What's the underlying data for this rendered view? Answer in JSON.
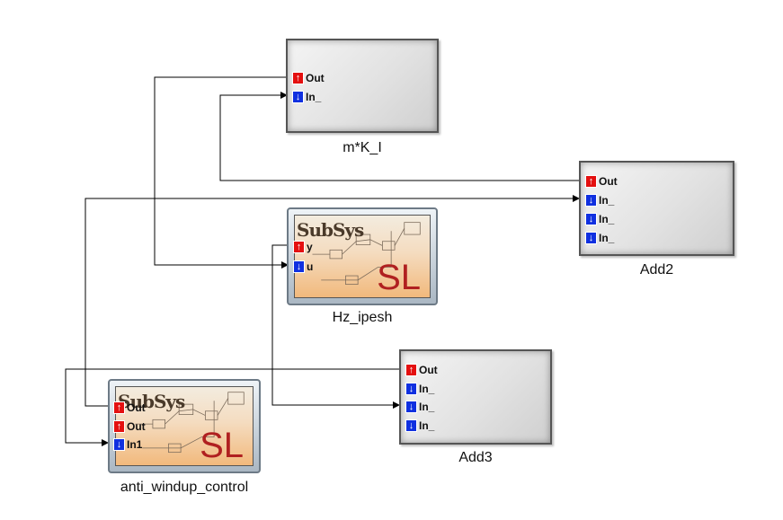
{
  "blocks": {
    "mk": {
      "label": "m*K_I",
      "ports": [
        {
          "dir": "out",
          "label": "Out"
        },
        {
          "dir": "in",
          "label": "In_"
        }
      ]
    },
    "add2": {
      "label": "Add2",
      "ports": [
        {
          "dir": "out",
          "label": "Out"
        },
        {
          "dir": "in",
          "label": "In_"
        },
        {
          "dir": "in",
          "label": "In_"
        },
        {
          "dir": "in",
          "label": "In_"
        }
      ]
    },
    "hz": {
      "label": "Hz_ipesh",
      "icon_title": "SubSys",
      "icon_mark": "SL",
      "ports": [
        {
          "dir": "out",
          "label": "y"
        },
        {
          "dir": "in",
          "label": "u"
        }
      ]
    },
    "add3": {
      "label": "Add3",
      "ports": [
        {
          "dir": "out",
          "label": "Out"
        },
        {
          "dir": "in",
          "label": "In_"
        },
        {
          "dir": "in",
          "label": "In_"
        },
        {
          "dir": "in",
          "label": "In_"
        }
      ]
    },
    "aw": {
      "label": "anti_windup_control",
      "icon_title": "SubSys",
      "icon_mark": "SL",
      "ports": [
        {
          "dir": "out",
          "label": "Out"
        },
        {
          "dir": "out",
          "label": "Out"
        },
        {
          "dir": "in",
          "label": "In1"
        }
      ]
    }
  },
  "colors": {
    "out_port": "#e41010",
    "in_port": "#1030e0",
    "wire": "#000000"
  }
}
